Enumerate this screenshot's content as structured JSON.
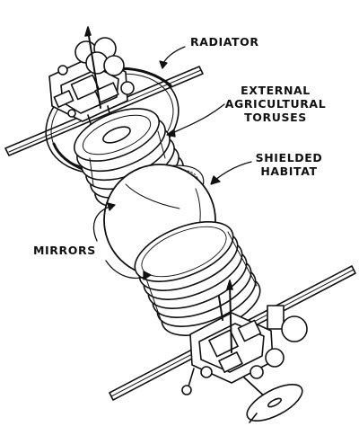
{
  "labels": {
    "radiator": "RADIATOR",
    "torus_line1": "EXTERNAL",
    "torus_line2": "AGRICULTURAL",
    "torus_line3": "TORUSES",
    "habitat_line1": "SHIELDED",
    "habitat_line2": "HABITAT",
    "mirrors": "MIRRORS"
  }
}
